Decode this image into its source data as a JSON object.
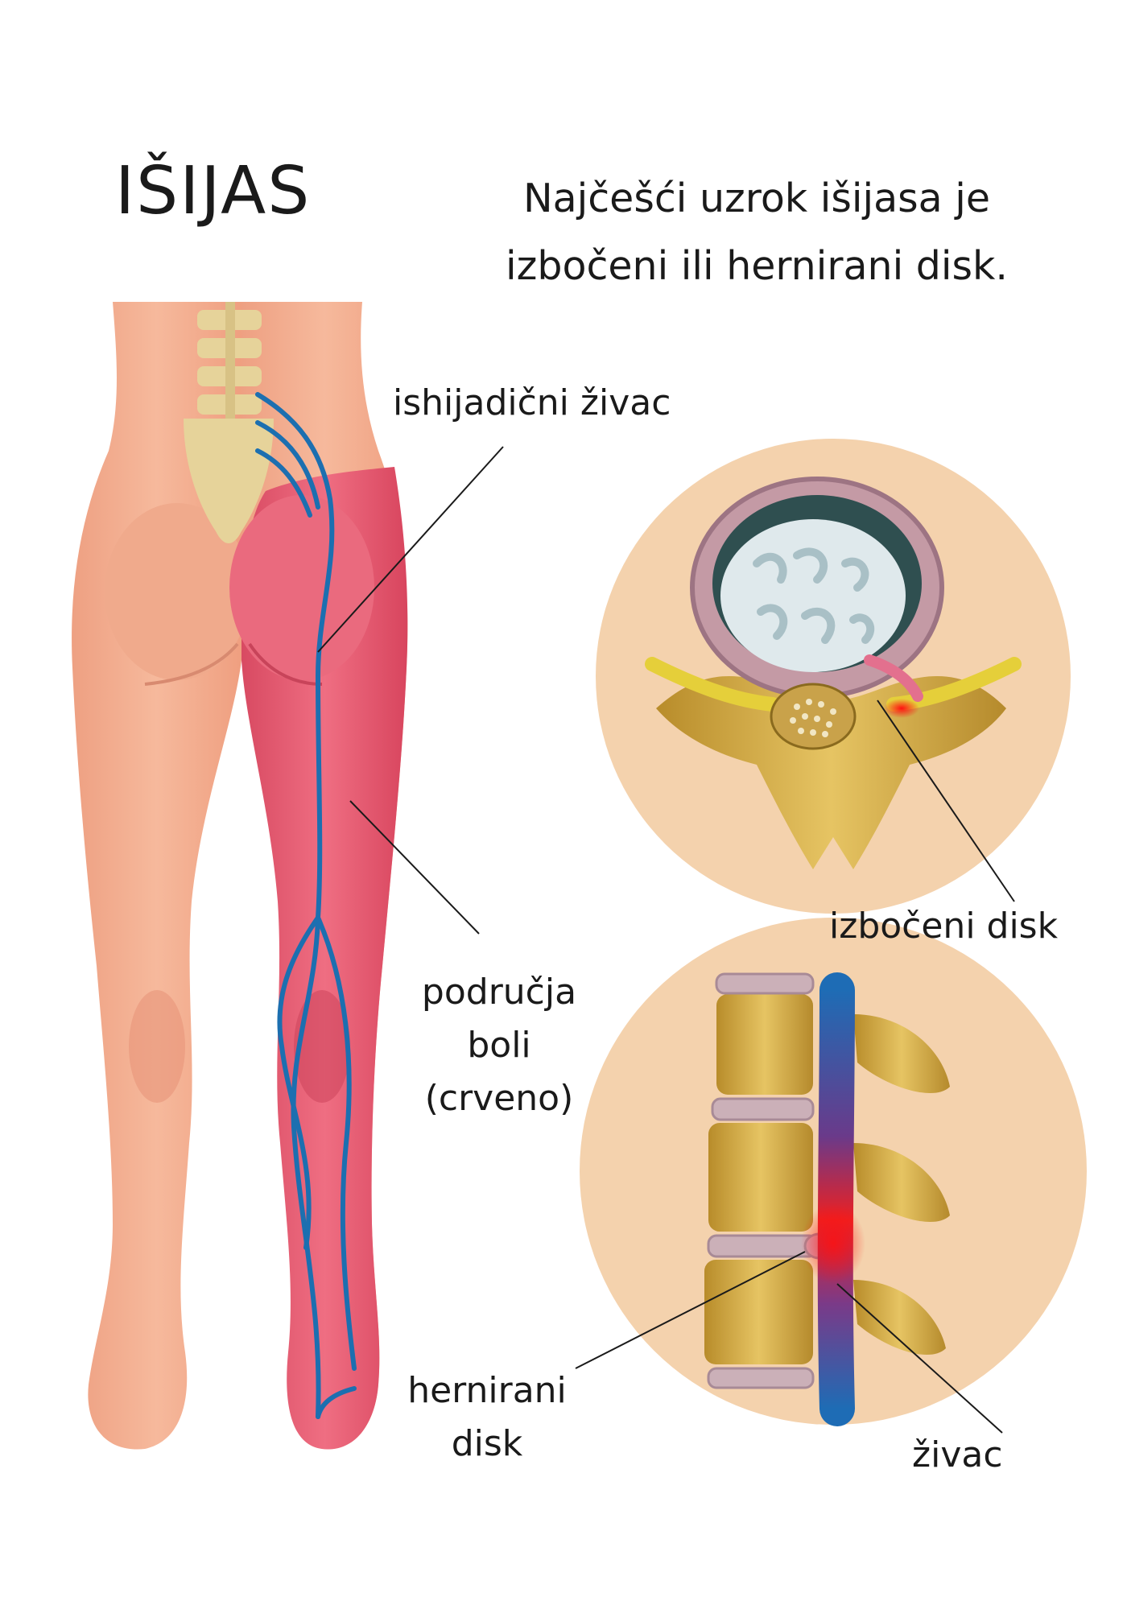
{
  "title": "IŠIJAS",
  "subtitle": "Najčešći uzrok išijasa je izbočeni ili hernirani disk.",
  "labels": {
    "sciatic_nerve": "ishijadični živac",
    "pain_areas": "područja boli (crveno)",
    "bulging_disc": "izbočeni disk",
    "herniated_disc": "hernirani disk",
    "nerve": "živac"
  },
  "colors": {
    "skin": "#f2a98a",
    "pain": "#e4566e",
    "nerve": "#1c6fb0",
    "bone": "#d9b24a",
    "disc_bg": "#f4d2ad",
    "inflammation": "#ff1a1a"
  }
}
